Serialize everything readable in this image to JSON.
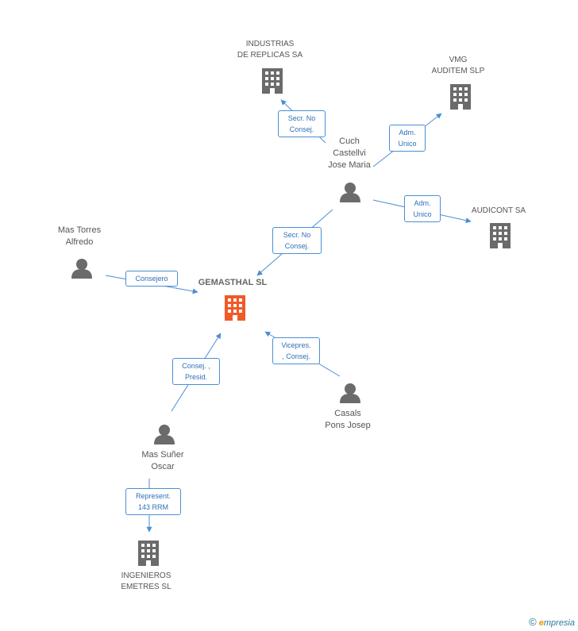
{
  "nodes": {
    "industrias": {
      "lines": [
        "INDUSTRIAS",
        "DE REPLICAS SA"
      ],
      "kind": "company"
    },
    "vmg": {
      "lines": [
        "VMG",
        "AUDITEM SLP"
      ],
      "kind": "company"
    },
    "cuch": {
      "lines": [
        "Cuch",
        "Castellvi",
        "Jose Maria"
      ],
      "kind": "person"
    },
    "audicont": {
      "lines": [
        "AUDICONT SA"
      ],
      "kind": "company"
    },
    "mas_torres": {
      "lines": [
        "Mas Torres",
        "Alfredo"
      ],
      "kind": "person"
    },
    "gemasthal": {
      "lines": [
        "GEMASTHAL SL"
      ],
      "kind": "main"
    },
    "casals": {
      "lines": [
        "Casals",
        "Pons Josep"
      ],
      "kind": "person"
    },
    "mas_suner": {
      "lines": [
        "Mas Suñer",
        "Oscar"
      ],
      "kind": "person"
    },
    "ingenieros": {
      "lines": [
        "INGENIEROS",
        "EMETRES SL"
      ],
      "kind": "company"
    }
  },
  "edges": {
    "cuch_industrias": {
      "lines": [
        "Secr. No",
        "Consej."
      ]
    },
    "cuch_vmg": {
      "lines": [
        "Adm.",
        "Unico"
      ]
    },
    "cuch_audicont": {
      "lines": [
        "Adm.",
        "Unico"
      ]
    },
    "cuch_gemasthal": {
      "lines": [
        "Secr. No",
        "Consej."
      ]
    },
    "mastorres_gemasthal": {
      "lines": [
        "Consejero"
      ]
    },
    "casals_gemasthal": {
      "lines": [
        "Vicepres.",
        ", Consej."
      ]
    },
    "massuner_gemasthal": {
      "lines": [
        "Consej. ,",
        "Presid."
      ]
    },
    "massuner_ingenieros": {
      "lines": [
        "Represent.",
        "143 RRM"
      ]
    }
  },
  "colors": {
    "company": "#6b6b6b",
    "main": "#f05a28",
    "person": "#6b6b6b",
    "edge": "#4a8fd6"
  },
  "branding": {
    "copyright": "©",
    "brand_initial": "e",
    "brand_rest": "mpresia"
  }
}
